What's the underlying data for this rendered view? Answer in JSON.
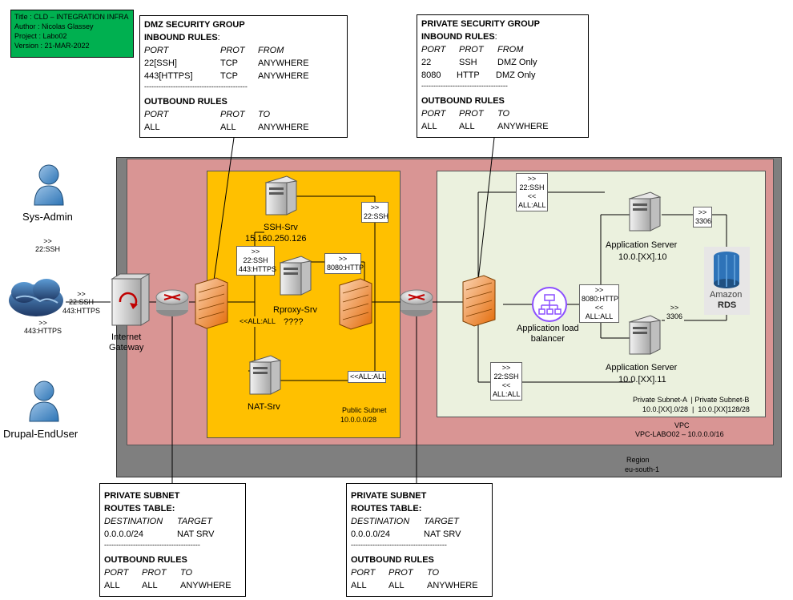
{
  "title_block": {
    "title": "Title : CLD – INTEGRATION INFRA",
    "author": "Author : Nicolas Glassey",
    "project": "Project : Labo02",
    "version": "Version : 21-MAR-2022",
    "color": "#00b050"
  },
  "dmz_sg": {
    "title": "DMZ SECURITY GROUP",
    "inbound": "INBOUND RULES",
    "colon": ":",
    "h_port": "PORT",
    "h_prot": "PROT",
    "h_from": "FROM",
    "r1_port": "22[SSH]",
    "r1_prot": "TCP",
    "r1_from": "ANYWHERE",
    "r2_port": "443[HTTPS]",
    "r2_prot": "TCP",
    "r2_from": "ANYWHERE",
    "separator": "-------------------------------------------",
    "outbound": "OUTBOUND RULES",
    "o_port": "PORT",
    "o_prot": "PROT",
    "o_to": "TO",
    "o1_port": "ALL",
    "o1_prot": "ALL",
    "o1_to": "ANYWHERE"
  },
  "priv_sg": {
    "title": "PRIVATE SECURITY GROUP",
    "inbound": "INBOUND RULES",
    "colon": ":",
    "h_port": "PORT",
    "h_prot": "PROT",
    "h_from": "FROM",
    "r1_port": "22",
    "r1_prot": "SSH",
    "r1_from": "DMZ Only",
    "r2_port": "8080",
    "r2_prot": "HTTP",
    "r2_from": "DMZ Only",
    "separator": "------------------------------------",
    "outbound": "OUTBOUND RULES",
    "o_port": "PORT",
    "o_prot": "PROT",
    "o_to": "TO",
    "o1_port": "ALL",
    "o1_prot": "ALL",
    "o1_to": "ANYWHERE"
  },
  "routes_left": {
    "title": "PRIVATE SUBNET",
    "routes": "ROUTES TABLE:",
    "h_dest": "DESTINATION",
    "h_target": "TARGET",
    "dest": "0.0.0.0/24",
    "target": "NAT SRV",
    "separator": "----------------------------------------",
    "outbound": "OUTBOUND RULES",
    "o_port": "PORT",
    "o_prot": "PROT",
    "o_to": "TO",
    "o1_port": "ALL",
    "o1_prot": "ALL",
    "o1_to": "ANYWHERE"
  },
  "routes_right": {
    "title": "PRIVATE SUBNET",
    "routes": "ROUTES TABLE:",
    "h_dest": "DESTINATION",
    "h_target": "TARGET",
    "dest": "0.0.0.0/24",
    "target": "NAT SRV",
    "separator": "----------------------------------------",
    "outbound": "OUTBOUND RULES",
    "o_port": "PORT",
    "o_prot": "PROT",
    "o_to": "TO",
    "o1_port": "ALL",
    "o1_prot": "ALL",
    "o1_to": "ANYWHERE"
  },
  "actors": {
    "sysadmin": "Sys-Admin",
    "enduser": "Drupal-EndUser"
  },
  "edge_labels": {
    "ssh_in": ">>\n22:SSH",
    "https_in": ">>\n443:HTTPS",
    "gw_in": ">>\n22:SSH\n443:HTTPS",
    "dmz_in": ">>\n22:SSH\n443:HTTPS",
    "ssh_srv": ">>\n22:SSH",
    "proxy_out": ">>\n8080:HTTP",
    "all_back": "<<ALL:ALL",
    "nat_back": "<<ALL:ALL",
    "priv_ssh_top": ">>\n22:SSH\n<<\nALL:ALL",
    "priv_ssh_bottom": ">>\n22:SSH\n<<\nALL:ALL",
    "alb_http": ">>\n8080:HTTP\n<<\nALL:ALL",
    "db_top": ">>\n3306",
    "db_bottom": ">>\n3306"
  },
  "nodes": {
    "internet_gateway": "Internet\nGateway",
    "ssh_srv": "SSH-Srv",
    "ssh_ip": "15.160.250.126",
    "rproxy": "Rproxy-Srv",
    "rproxy_ip": "????",
    "nat_srv": "NAT-Srv",
    "alb": "Application load\nbalancer",
    "app1": "Application Server",
    "app1_ip": "10.0.[XX].10",
    "app2": "Application Server",
    "app2_ip": "10.0.[XX].11",
    "rds_brand": "Amazon",
    "rds": "RDS"
  },
  "zones": {
    "public_subnet": "Public Subnet",
    "public_cidr": "10.0.0.0/28",
    "private_a": "Private Subnet-A  | Private Subnet-B",
    "private_cidr": "10.0.[XX].0/28  |  10.0.[XX]128/28",
    "vpc": "VPC",
    "vpc_name": "VPC-LABO02 – 10.0.0.0/16",
    "region": "Region",
    "region_name": "eu-south-1"
  },
  "colors": {
    "region": "#7f7f7f",
    "vpc": "#d99594",
    "public": "#ffc000",
    "private": "#ebf1de",
    "firewall": "#e46c0a",
    "alb": "#8c4fff",
    "rds": "#2e73b8"
  }
}
